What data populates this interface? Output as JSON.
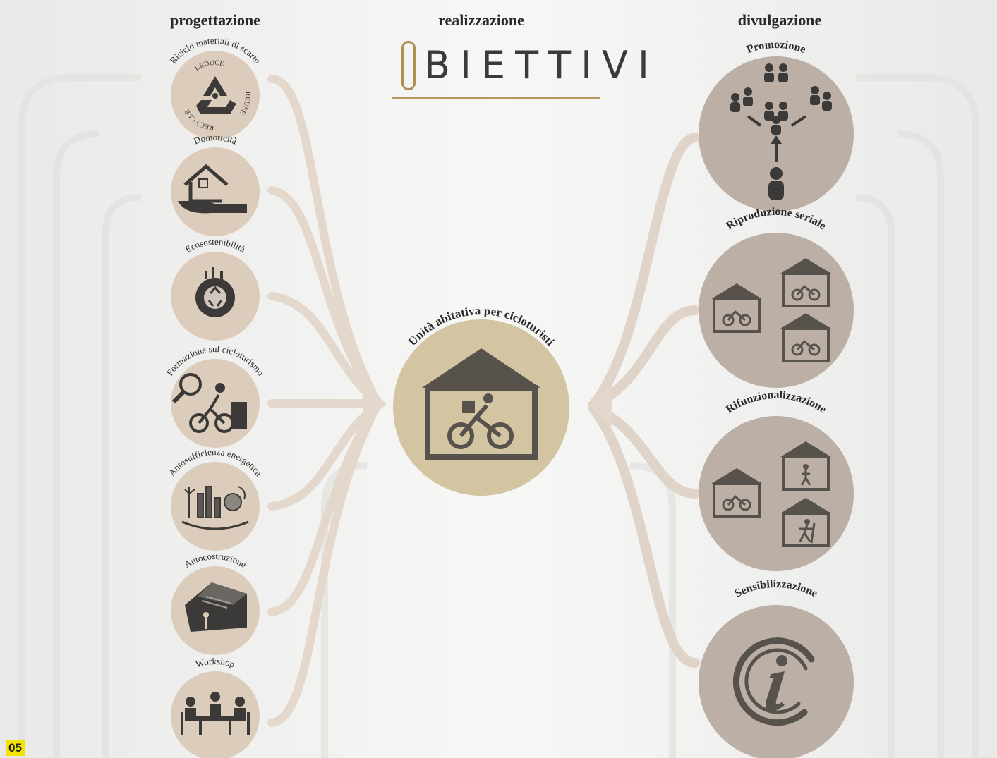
{
  "headers": {
    "left": "progettazione",
    "center": "realizzazione",
    "right": "divulgazione"
  },
  "title": {
    "initial": "O",
    "rest": "BIETTIVI"
  },
  "center_node": {
    "label": "Unità abitativa per cicloturisti"
  },
  "left_nodes": [
    {
      "label": "Riciclo materiali di scarto",
      "icon": "recycle-icon",
      "ring_words": [
        "REDUCE",
        "REUSE",
        "RECYCLE"
      ]
    },
    {
      "label": "Domoticità",
      "icon": "house-in-hand-icon"
    },
    {
      "label": "Ecosostenibilità",
      "icon": "eco-globe-icon"
    },
    {
      "label": "Formazione sul cicloturismo",
      "icon": "cyclist-search-icon"
    },
    {
      "label": "Autosufficienza energetica",
      "icon": "energy-landscape-icon"
    },
    {
      "label": "Autocostruzione",
      "icon": "self-build-house-icon"
    },
    {
      "label": "Workshop",
      "icon": "workshop-table-icon"
    }
  ],
  "right_nodes": [
    {
      "label": "Promozione",
      "icon": "people-network-icon"
    },
    {
      "label": "Riproduzione seriale",
      "icon": "serial-houses-icon"
    },
    {
      "label": "Rifunzionalizzazione",
      "icon": "refunction-houses-icon"
    },
    {
      "label": "Sensibilizzazione",
      "icon": "info-icon"
    }
  ],
  "page_number": "05",
  "colors": {
    "small_circle": "#dcccbb",
    "large_circle": "#bcb0a6",
    "center_circle": "#d3c5a2",
    "connector": "#e4d8cc",
    "icon_dark": "#3c3a38",
    "accent_gold": "#b09050"
  }
}
